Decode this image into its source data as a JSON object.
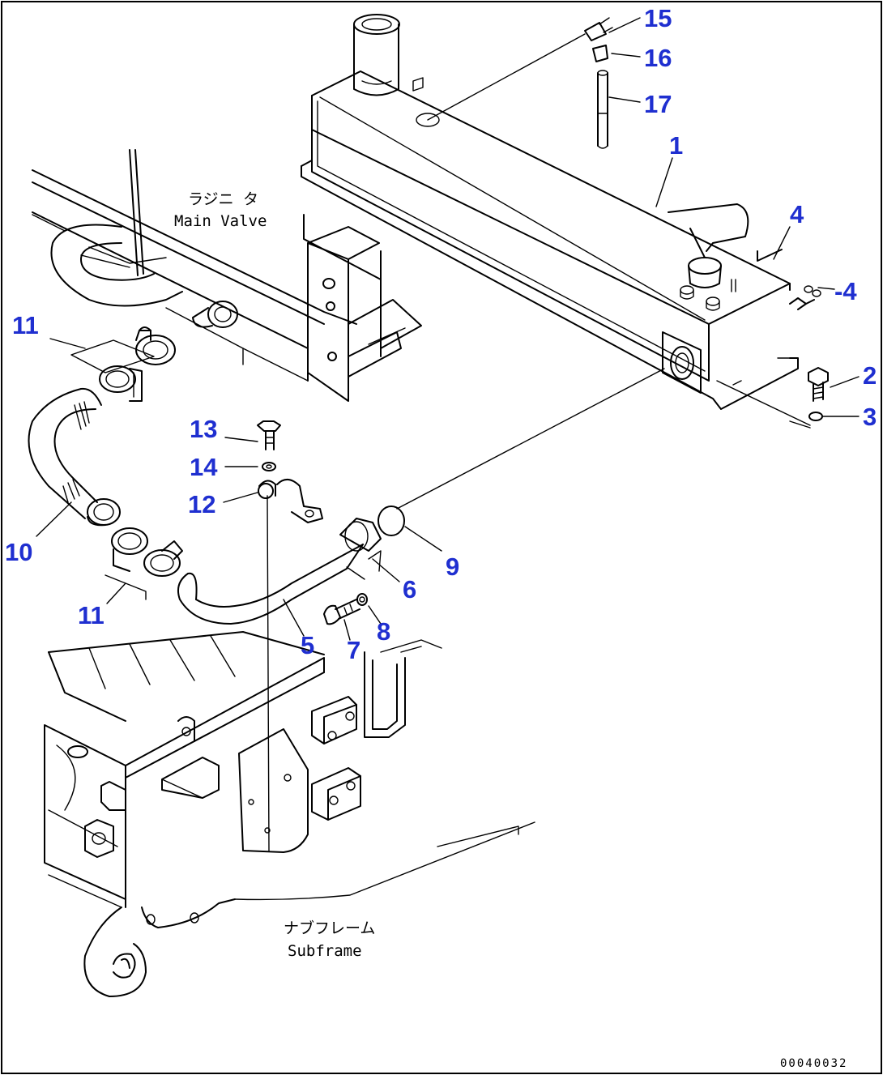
{
  "labels": {
    "main_valve_jp": "ラジニ タ",
    "main_valve_en": "Main Valve",
    "subframe_jp": "ナブフレーム",
    "subframe_en": "Subframe"
  },
  "document_number": "00040032",
  "colors": {
    "callout_number": "#1f2fd0",
    "line": "#000000",
    "background": "#ffffff"
  },
  "callouts": [
    "15",
    "16",
    "17",
    "1",
    "4",
    "-4",
    "2",
    "3",
    "11",
    "13",
    "14",
    "12",
    "10",
    "9",
    "6",
    "8",
    "7",
    "5",
    "11"
  ]
}
